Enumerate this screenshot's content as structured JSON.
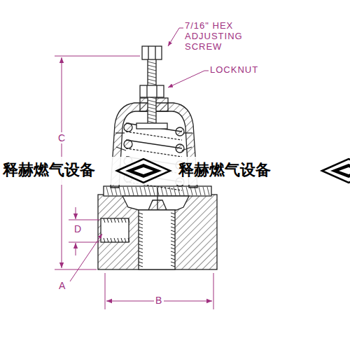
{
  "diagram": {
    "labels": [
      "7/16\" HEX ADJUSTING SCREW",
      "LOCKNUT",
      "C",
      "D",
      "A",
      "B",
      "释赫燃气设备",
      "释赫燃气设备"
    ]
  }
}
